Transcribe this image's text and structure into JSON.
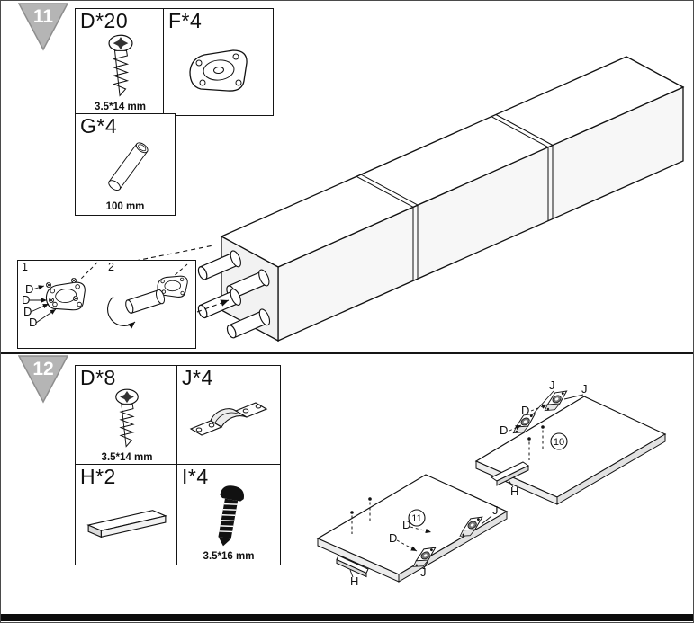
{
  "step11": {
    "badge": "11",
    "parts": {
      "d": {
        "label": "D*20",
        "size": "3.5*14 mm"
      },
      "f": {
        "label": "F*4"
      },
      "g": {
        "label": "G*4",
        "size": "100 mm"
      }
    },
    "details": {
      "box1": {
        "number": "1",
        "screw_label": "D"
      },
      "box2": {
        "number": "2"
      }
    }
  },
  "step12": {
    "badge": "12",
    "parts": {
      "d": {
        "label": "D*8",
        "size": "3.5*14 mm"
      },
      "j": {
        "label": "J*4"
      },
      "h": {
        "label": "H*2"
      },
      "i": {
        "label": "I*4",
        "size": "3.5*16 mm"
      }
    },
    "diagram": {
      "panel10_number": "10",
      "panel11_number": "11",
      "hinge_label": "J",
      "screw_label": "D",
      "strip_label": "H"
    }
  },
  "colors": {
    "badge": "#b5b5b5",
    "line": "#151515"
  }
}
